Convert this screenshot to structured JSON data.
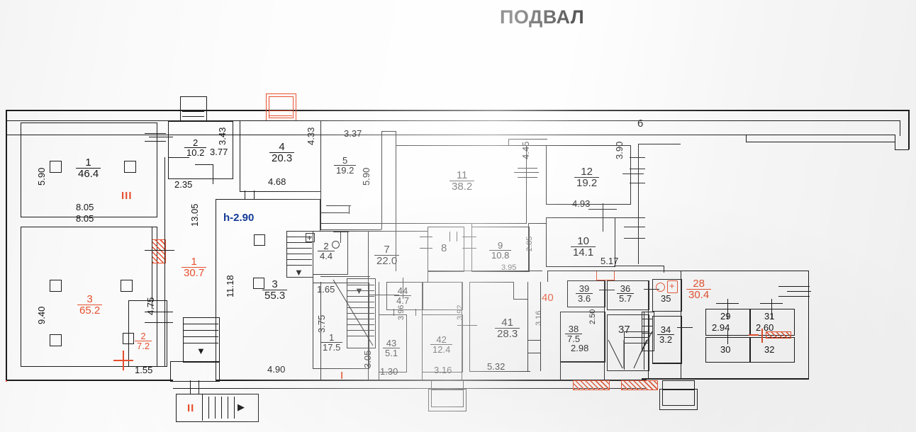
{
  "title": "ПОДВАЛ",
  "height_note": "h-2.90",
  "rooms": [
    {
      "id": "1",
      "num": "1",
      "area": "46.4"
    },
    {
      "id": "3",
      "num": "3",
      "area": "65.2"
    },
    {
      "id": "2t",
      "num": "2",
      "area": "10.2"
    },
    {
      "id": "4",
      "num": "4",
      "area": "20.3"
    },
    {
      "id": "5",
      "num": "5",
      "area": "19.2"
    },
    {
      "id": "11",
      "num": "11",
      "area": "38.2"
    },
    {
      "id": "12",
      "num": "12",
      "area": "19.2"
    },
    {
      "id": "10",
      "num": "10",
      "area": "14.1"
    },
    {
      "id": "9",
      "num": "9",
      "area": "10.8"
    },
    {
      "id": "7",
      "num": "7",
      "area": "22.0"
    },
    {
      "id": "2b",
      "num": "2",
      "area": "4.4"
    },
    {
      "id": "3b",
      "num": "3",
      "area": "55.3"
    },
    {
      "id": "44",
      "num": "44",
      "area": "4.7"
    },
    {
      "id": "43",
      "num": "43",
      "area": "5.1"
    },
    {
      "id": "42",
      "num": "42",
      "area": "12.4"
    },
    {
      "id": "41",
      "num": "41",
      "area": "28.3"
    },
    {
      "id": "39",
      "num": "39",
      "area": "3.6"
    },
    {
      "id": "36",
      "num": "36",
      "area": "5.7"
    },
    {
      "id": "38",
      "num": "38",
      "area": "7.5"
    },
    {
      "id": "34",
      "num": "34",
      "area": "3.2"
    },
    {
      "id": "1b",
      "num": "1",
      "area": "17.5"
    },
    {
      "id": "29",
      "num": "29",
      "area": "2.94"
    },
    {
      "id": "31",
      "num": "31",
      "area": "2.60"
    }
  ],
  "rooms_red": [
    {
      "id": "1r",
      "num": "1",
      "area": "30.7"
    },
    {
      "id": "2r",
      "num": "2",
      "area": "7.2"
    },
    {
      "id": "28",
      "num": "28",
      "area": "30.4"
    }
  ],
  "plain_labels": [
    {
      "id": "6",
      "text": "6"
    },
    {
      "id": "8",
      "text": "8"
    },
    {
      "id": "35",
      "text": "35"
    },
    {
      "id": "37",
      "text": "37"
    },
    {
      "id": "30",
      "text": "30"
    },
    {
      "id": "32",
      "text": "32"
    },
    {
      "id": "40",
      "text": "40"
    }
  ],
  "dimensions": {
    "d590a": "5.90",
    "d805a": "8.05",
    "d805b": "8.05",
    "d940": "9.40",
    "d155": "1.55",
    "d475": "4.75",
    "d235": "2.35",
    "d1305": "13.05",
    "d1118": "11.18",
    "d343": "3.43",
    "d377": "3.77",
    "d433": "4.33",
    "d468": "4.68",
    "d337": "3.37",
    "d590b": "5.90",
    "d445": "4.45",
    "d390": "3.90",
    "d493": "4.93",
    "d517": "5.17",
    "d285": "2.85",
    "d395": "3.95",
    "d165": "1.65",
    "d375": "3.75",
    "d305": "3.05",
    "d490": "4.90",
    "d396": "3.96",
    "d130": "1.30",
    "d316": "3.16",
    "d392": "3.92",
    "d532": "5.32",
    "d250": "2.50",
    "d298": "2.98"
  },
  "markers": {
    "m1": "I",
    "m2": "II",
    "m3": "III"
  },
  "colors": {
    "ink": "#1d1d1d",
    "red": "#e8502e",
    "blue": "#143a96",
    "paper": "#fdfdfd"
  }
}
